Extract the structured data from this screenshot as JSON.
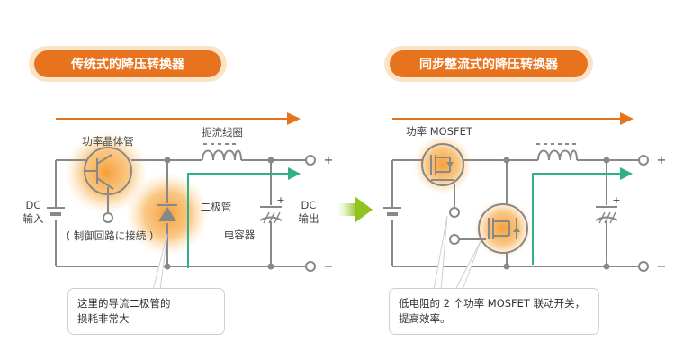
{
  "left_panel": {
    "title": "传统式的降压转换器",
    "labels": {
      "transistor": "功率晶体管",
      "coil": "扼流线圈",
      "diode": "二极管",
      "capacitor": "电容器",
      "control": "( 制御回路に接続 )",
      "dc_in_1": "DC",
      "dc_in_2": "输入",
      "dc_out_1": "DC",
      "dc_out_2": "输出",
      "plus": "+",
      "minus": "−"
    },
    "callout": [
      "这里的导流二极管的",
      "损耗非常大"
    ]
  },
  "right_panel": {
    "title": "同步整流式的降压转换器",
    "labels": {
      "mosfet": "功率 MOSFET",
      "plus": "+",
      "minus": "−"
    },
    "callout": [
      "低电阻的 2 个功率 MOSFET 联动开关，",
      "提高效率。"
    ]
  },
  "colors": {
    "accent_orange": "#e8731e",
    "highlight_glow": "#f7a23a",
    "current_green": "#2fb08a",
    "transition_arrow": "#9ccc2a",
    "wire": "#888888",
    "title_text": "#ffffff"
  }
}
